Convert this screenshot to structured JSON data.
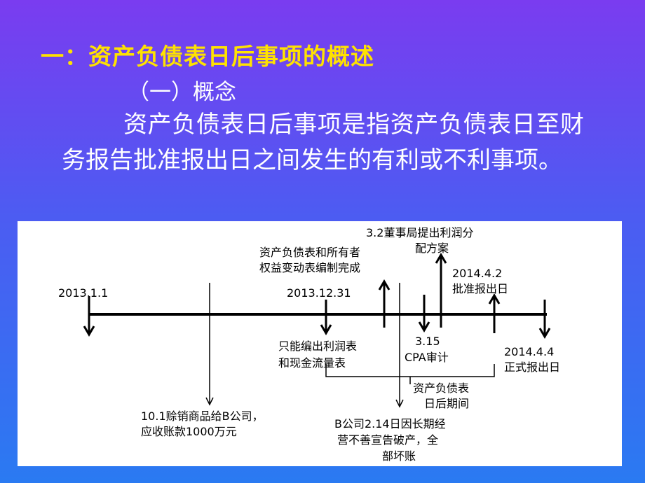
{
  "slide": {
    "title": "一：资产负债表日后事项的概述",
    "subtitle": "（一）概念",
    "body": "资产负债表日后事项是指资产负债表日至财务报告批准报出日之间发生的有利或不利事项。"
  },
  "timeline": {
    "d_2013_1_1": "2013.1.1",
    "d_2013_12_31": "2013.12.31",
    "statements_done_1": "资产负债表和所有者",
    "statements_done_2": "权益变动表编制完成",
    "board_1": "3.2董事局提出利润分",
    "board_2": "配方案",
    "approve_date": "2014.4.2",
    "approve_label": "批准报出日",
    "only_income_1": "只能编出利润表",
    "only_income_2": "和现金流量表",
    "cpa_date": "3.15",
    "cpa_label": "CPA审计",
    "publish_date": "2014.4.4",
    "publish_label": "正式报出日",
    "period_1": "资产负债表",
    "period_2": "日后期间",
    "sale_1": "10.1赊销商品给B公司，",
    "sale_2": "应收账款1000万元",
    "bankrupt_1": "B公司2.14日因长期经",
    "bankrupt_2": "营不善宣告破产，全",
    "bankrupt_3": "部坏账"
  },
  "colors": {
    "title": "#ffe200",
    "text": "#ffffff",
    "panel": "#ffffff",
    "ink": "#000000"
  }
}
